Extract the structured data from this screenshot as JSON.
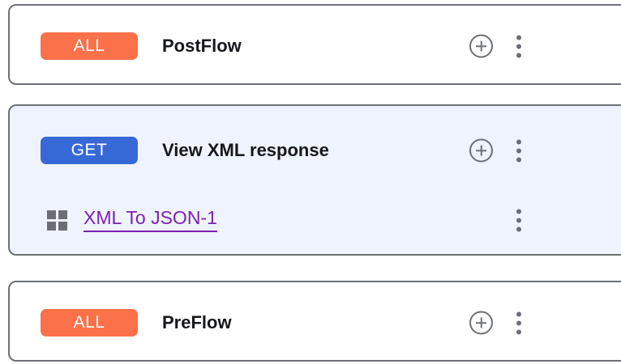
{
  "view": {
    "name": "API proxy flow list",
    "background_color": "#ffffff",
    "card_border_color": "#6e7077",
    "selected_card_background": "#eff3fd"
  },
  "icons": {
    "add_step": "plus-circle-icon",
    "more_options": "kebab-menu-icon",
    "policy": "grid-squares-icon"
  },
  "colors": {
    "badge_all": "#fb7149",
    "badge_get": "#3769d6",
    "policy_link": "#7b22b0",
    "icon_gray": "#6b6e76",
    "title_text": "#17181c"
  },
  "cards": [
    {
      "id": "postflow",
      "selected": false,
      "badge": {
        "label": "ALL",
        "color": "#fb7149"
      },
      "title": "PostFlow",
      "policies": []
    },
    {
      "id": "view-xml-response",
      "selected": true,
      "badge": {
        "label": "GET",
        "color": "#3769d6"
      },
      "title": "View XML response",
      "policies": [
        {
          "name": "XML To JSON-1"
        }
      ]
    },
    {
      "id": "preflow",
      "selected": false,
      "badge": {
        "label": "ALL",
        "color": "#fb7149"
      },
      "title": "PreFlow",
      "policies": []
    }
  ]
}
